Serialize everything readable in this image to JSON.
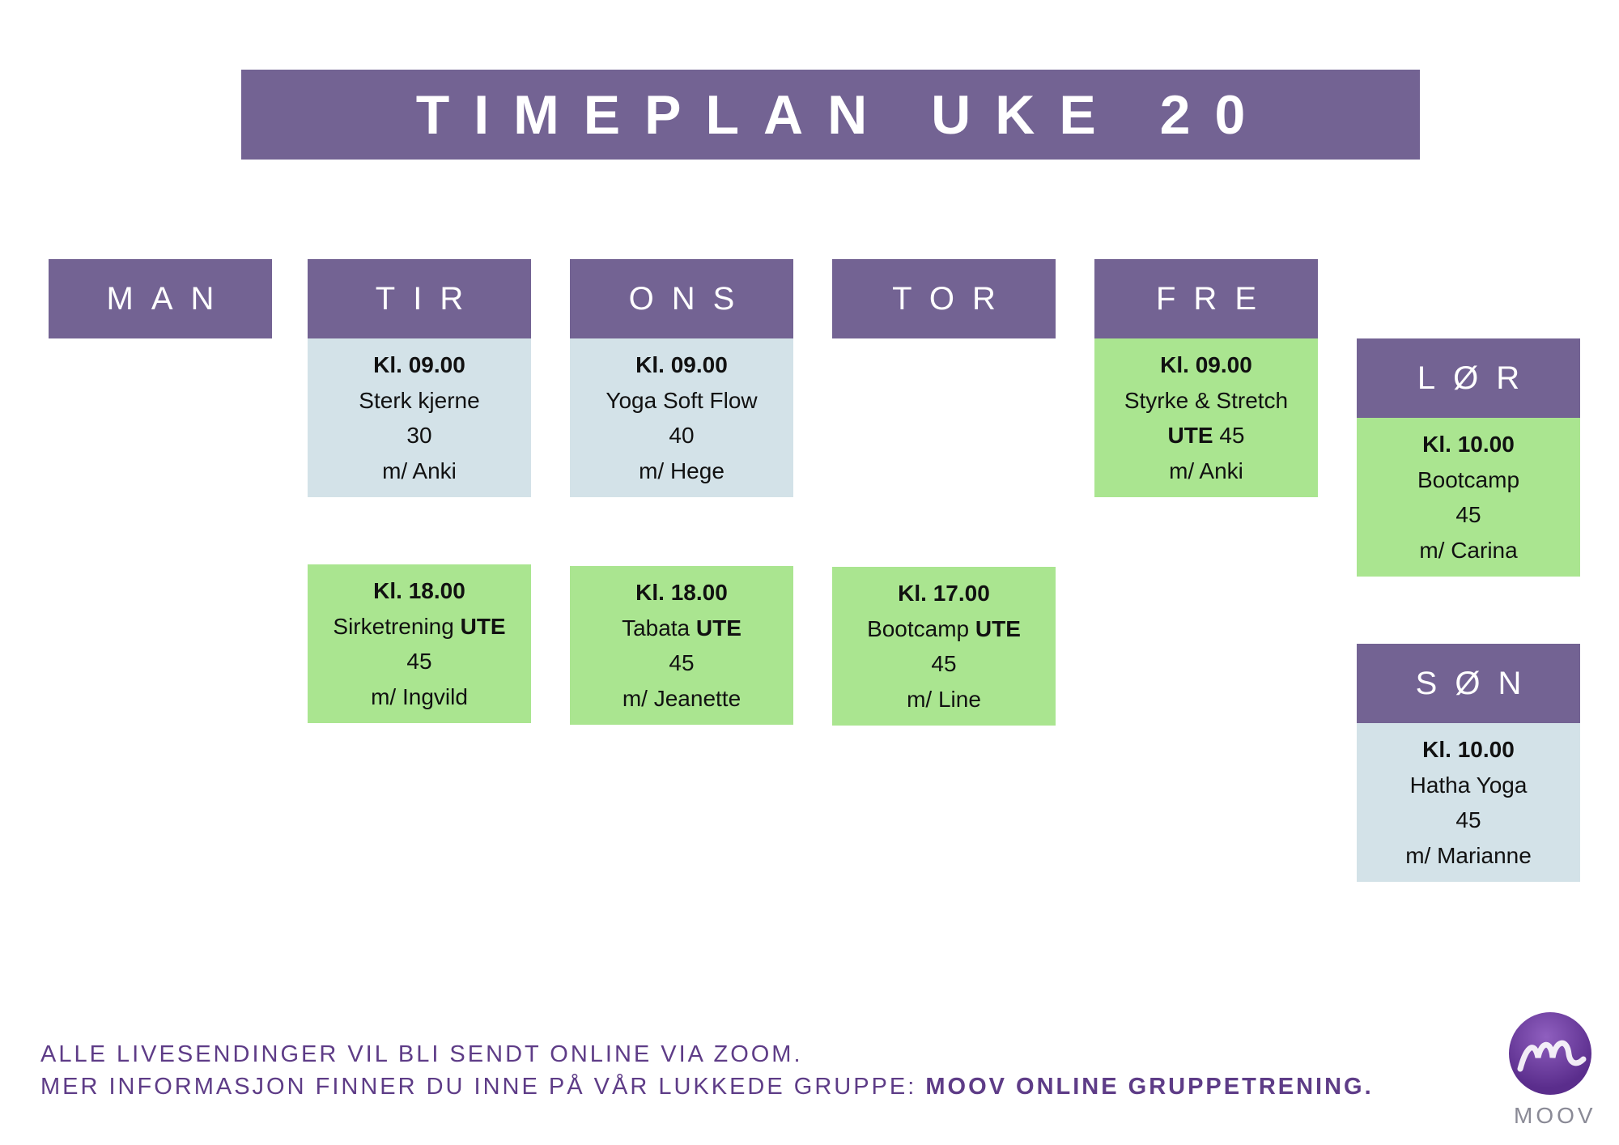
{
  "title": "TIMEPLAN UKE 20",
  "days": [
    {
      "key": "man",
      "label": "MAN"
    },
    {
      "key": "tir",
      "label": "TIR"
    },
    {
      "key": "ons",
      "label": "ONS"
    },
    {
      "key": "tor",
      "label": "TOR"
    },
    {
      "key": "fre",
      "label": "FRE"
    },
    {
      "key": "lor",
      "label": "LØR"
    },
    {
      "key": "son",
      "label": "SØN"
    }
  ],
  "sessions": [
    {
      "day": "tir",
      "time": "Kl. 09.00",
      "name": "Sterk kjerne",
      "tag": "",
      "duration": "30",
      "instructor": "m/ Anki",
      "color": "#d3e2e8"
    },
    {
      "day": "ons",
      "time": "Kl. 09.00",
      "name": "Yoga Soft Flow",
      "tag": "",
      "duration": "40",
      "instructor": "m/ Hege",
      "color": "#d3e2e8"
    },
    {
      "day": "fre",
      "time": "Kl. 09.00",
      "name": "Styrke & Stretch",
      "tag": "UTE",
      "duration": "45",
      "instructor": "m/ Anki",
      "color": "#aae590"
    },
    {
      "day": "lor",
      "time": "Kl. 10.00",
      "name": "Bootcamp",
      "tag": "",
      "duration": "45",
      "instructor": "m/ Carina",
      "color": "#aae590"
    },
    {
      "day": "tir",
      "time": "Kl. 18.00",
      "name": "Sirketrening",
      "tag": "UTE",
      "duration": "45",
      "instructor": "m/ Ingvild",
      "color": "#aae590"
    },
    {
      "day": "ons",
      "time": "Kl. 18.00",
      "name": "Tabata",
      "tag": "UTE",
      "duration": "45",
      "instructor": "m/ Jeanette",
      "color": "#aae590"
    },
    {
      "day": "tor",
      "time": "Kl. 17.00",
      "name": "Bootcamp",
      "tag": "UTE",
      "duration": "45",
      "instructor": "m/ Line",
      "color": "#aae590"
    },
    {
      "day": "son",
      "time": "Kl. 10.00",
      "name": "Hatha Yoga",
      "tag": "",
      "duration": "45",
      "instructor": "m/ Marianne",
      "color": "#d3e2e8"
    }
  ],
  "footer": {
    "line1": "ALLE LIVESENDINGER VIL BLI SENDT ONLINE VIA ZOOM.",
    "line2_prefix": "MER INFORMASJON FINNER DU INNE PÅ VÅR LUKKEDE GRUPPE: ",
    "line2_bold": "MOOV ONLINE GRUPPETRENING."
  },
  "logo": {
    "text": "MOOV"
  },
  "colors": {
    "header": "#736393",
    "indoor": "#d3e2e8",
    "outdoor": "#aae590",
    "footer_text": "#5e3c87"
  }
}
